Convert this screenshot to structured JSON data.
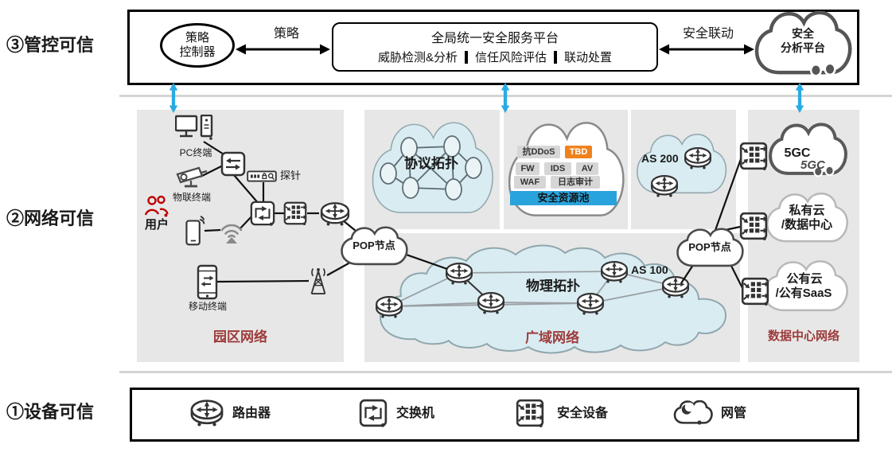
{
  "layers": {
    "l3": "③管控可信",
    "l2": "②网络可信",
    "l1": "①设备可信"
  },
  "top": {
    "controller_l1": "策略",
    "controller_l2": "控制器",
    "policy": "策略",
    "platform_title": "全局统一安全服务平台",
    "fn1": "威胁检测&分析",
    "fn2": "信任风险评估",
    "fn3": "联动处置",
    "linkage": "安全联动",
    "analysis_l1": "安全",
    "analysis_l2": "分析平台"
  },
  "campus": {
    "pc": "PC终端",
    "iot": "物联终端",
    "user": "用户",
    "probe": "探针",
    "mobile": "移动终端",
    "pop": "POP节点",
    "title": "园区网络"
  },
  "wan": {
    "proto": "协议拓扑",
    "physical": "物理拓扑",
    "as100": "AS 100",
    "as200": "AS 200",
    "pop": "POP节点",
    "title": "广域网络"
  },
  "pool": {
    "ddos": "抗DDoS",
    "tbd": "TBD",
    "fw": "FW",
    "ids": "IDS",
    "av": "AV",
    "waf": "WAF",
    "audit": "日志审计",
    "bar": "安全资源池"
  },
  "dc": {
    "g5c": "5GC",
    "g5c_mark": "5GC",
    "pri1": "私有云",
    "pri2": "/数据中心",
    "pub1": "公有云",
    "pub2": "/公有SaaS",
    "title": "数据中心网络"
  },
  "legend": {
    "router": "路由器",
    "switch": "交换机",
    "secdev": "安全设备",
    "nms": "网管"
  },
  "colors": {
    "arrow_blue": "#29ABE2",
    "tag_orange": "#F0821E",
    "bar_blue": "#29A3DC",
    "label_red": "#9E3B3B",
    "user_red": "#C00000",
    "cloud_blue": "#D9ECF2"
  },
  "icons": {
    "router-icon": "cylinder with four-way arrows",
    "switch-icon": "square with two bent arrows",
    "security-device-icon": "square with block grid and in/out arrows",
    "nms-cloud-icon": "cloud with crescent swirl",
    "pc-icon": "monitor and tower",
    "iot-camera-icon": "cctv camera",
    "users-icon": "two people",
    "probe-icon": "probe appliance with magnifier",
    "wifi-ap-icon": "wifi arcs",
    "mobile-phone-icon": "phone with sync arrows",
    "cell-tower-icon": "lattice radio tower",
    "pop-cloud": "cloud bubble",
    "blue-link-arrow": "vertical double arrow"
  }
}
